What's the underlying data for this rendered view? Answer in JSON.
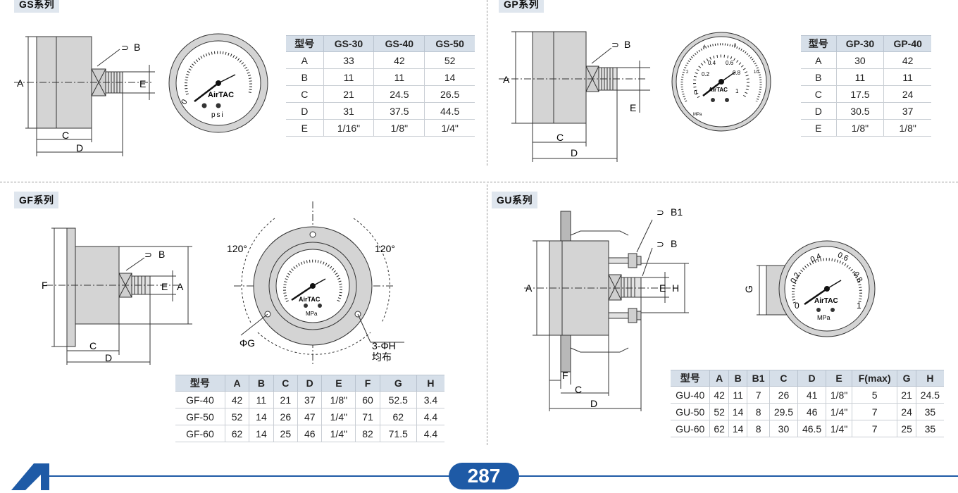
{
  "sections": {
    "gs": {
      "title": "GS系列"
    },
    "gp": {
      "title": "GP系列"
    },
    "gf": {
      "title": "GF系列"
    },
    "gu": {
      "title": "GU系列"
    }
  },
  "gs_table": {
    "headers": [
      "型号",
      "GS-30",
      "GS-40",
      "GS-50"
    ],
    "rows": [
      [
        "A",
        "33",
        "42",
        "52"
      ],
      [
        "B",
        "11",
        "11",
        "14"
      ],
      [
        "C",
        "21",
        "24.5",
        "26.5"
      ],
      [
        "D",
        "31",
        "37.5",
        "44.5"
      ],
      [
        "E",
        "1/16\"",
        "1/8\"",
        "1/4\""
      ]
    ]
  },
  "gp_table": {
    "headers": [
      "型号",
      "GP-30",
      "GP-40"
    ],
    "rows": [
      [
        "A",
        "30",
        "42"
      ],
      [
        "B",
        "11",
        "11"
      ],
      [
        "C",
        "17.5",
        "24"
      ],
      [
        "D",
        "30.5",
        "37"
      ],
      [
        "E",
        "1/8\"",
        "1/8\""
      ]
    ]
  },
  "gf_table": {
    "headers": [
      "型号",
      "A",
      "B",
      "C",
      "D",
      "E",
      "F",
      "G",
      "H"
    ],
    "rows": [
      [
        "GF-40",
        "42",
        "11",
        "21",
        "37",
        "1/8\"",
        "60",
        "52.5",
        "3.4"
      ],
      [
        "GF-50",
        "52",
        "14",
        "26",
        "47",
        "1/4\"",
        "71",
        "62",
        "4.4"
      ],
      [
        "GF-60",
        "62",
        "14",
        "25",
        "46",
        "1/4\"",
        "82",
        "71.5",
        "4.4"
      ]
    ]
  },
  "gu_table": {
    "headers": [
      "型号",
      "A",
      "B",
      "B1",
      "C",
      "D",
      "E",
      "F(max)",
      "G",
      "H"
    ],
    "rows": [
      [
        "GU-40",
        "42",
        "11",
        "7",
        "26",
        "41",
        "1/8\"",
        "5",
        "21",
        "24.5"
      ],
      [
        "GU-50",
        "52",
        "14",
        "8",
        "29.5",
        "46",
        "1/4\"",
        "7",
        "24",
        "35"
      ],
      [
        "GU-60",
        "62",
        "14",
        "8",
        "30",
        "46.5",
        "1/4\"",
        "7",
        "25",
        "35"
      ]
    ]
  },
  "drawings": {
    "dim_a": "A",
    "dim_b": "B",
    "dim_b1": "B1",
    "dim_c": "C",
    "dim_d": "D",
    "dim_e": "E",
    "dim_f": "F",
    "dim_g": "G",
    "dim_h": "H",
    "angle": "120°",
    "phi_g": "ΦG",
    "holes": "3-ΦH",
    "holes_note": "均布",
    "brand": "AirTAC",
    "unit_psi": "psi",
    "unit_mpa": "MPa",
    "gp_outer_ticks": [
      "2",
      "4",
      "6",
      "8",
      "10",
      "12",
      "14"
    ],
    "gp_inner_ticks": [
      "0",
      "0.2",
      "0.4",
      "0.6",
      "0.8",
      "1"
    ],
    "gu_ticks": [
      "0",
      "0.2",
      "0.4",
      "0.6",
      "0.8",
      "1"
    ],
    "zero": "0"
  },
  "footer": {
    "page_number": "287"
  },
  "colors": {
    "accent": "#1e5aa6",
    "tag_bg": "#dfe6ee",
    "header_bg": "#d6dfe9"
  }
}
